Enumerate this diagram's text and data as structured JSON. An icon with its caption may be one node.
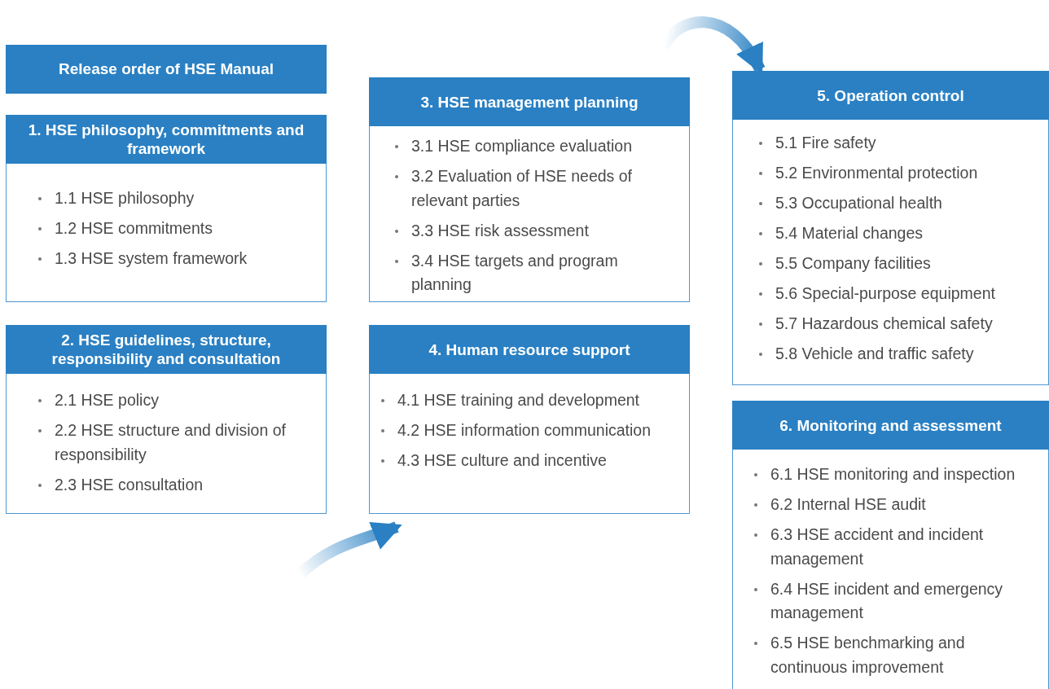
{
  "diagram": {
    "nodes": [
      {
        "text": [
          "Release order of HSE Manual"
        ]
      },
      {
        "text": [
          "1. HSE philosophy, commitments and framework",
          "1.1 HSE philosophy",
          "1.2 HSE commitments",
          "1.3 HSE system framework"
        ]
      },
      {
        "text": [
          "2. HSE guidelines, structure, responsibility and consultation",
          "2.1 HSE policy",
          "2.2 HSE structure and division of responsibility",
          "2.3 HSE consultation"
        ]
      },
      {
        "text": [
          "3. HSE management planning",
          "3.1 HSE compliance evaluation",
          "3.2 Evaluation of HSE needs of relevant parties",
          "3.3 HSE risk assessment",
          "3.4 HSE targets and program planning"
        ]
      },
      {
        "text": [
          "4. Human resource support",
          "4.1 HSE training and development",
          "4.2 HSE information communication",
          "4.3 HSE culture and incentive"
        ]
      },
      {
        "text": [
          "5. Operation control",
          "5.1 Fire safety",
          "5.2 Environmental protection",
          "5.3 Occupational health",
          "5.4 Material changes",
          "5.5 Company facilities",
          "5.6 Special-purpose equipment",
          "5.7 Hazardous chemical safety",
          "5.8 Vehicle and traffic safety"
        ]
      },
      {
        "text": [
          "6. Monitoring and assessment",
          "6.1 HSE monitoring and inspection",
          "6.2 Internal HSE audit",
          "6.3 HSE accident and incident management",
          "6.4 HSE incident and emergency management",
          "6.5 HSE benchmarking and continuous improvement"
        ]
      }
    ],
    "edges": [
      {
        "from": null,
        "to": 4,
        "arrow": "to",
        "style": "thick"
      },
      {
        "from": null,
        "to": 5,
        "arrow": "to",
        "style": "thick"
      }
    ]
  }
}
